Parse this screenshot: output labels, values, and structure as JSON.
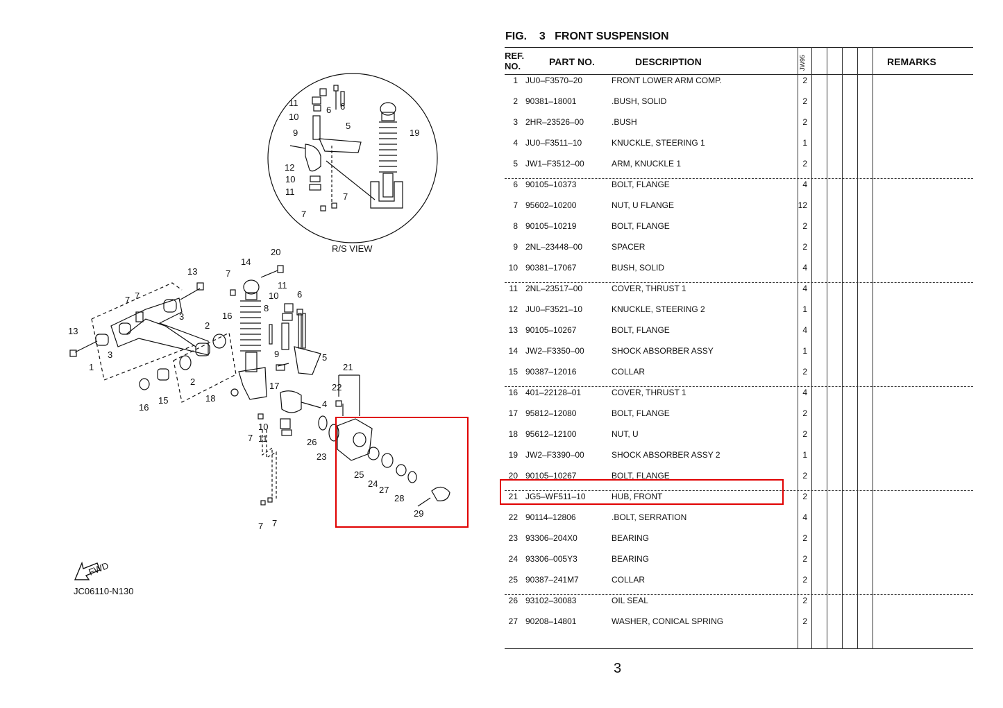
{
  "figure": {
    "label": "FIG.",
    "number": "3",
    "title": "FRONT SUSPENSION"
  },
  "table": {
    "headers": {
      "ref_line1": "REF.",
      "ref_line2": "NO.",
      "part_no": "PART NO.",
      "description": "DESCRIPTION",
      "model_code": "JW95",
      "remarks": "REMARKS"
    },
    "rows": [
      {
        "ref": "1",
        "part": "JU0–F3570–20",
        "desc": "FRONT LOWER ARM COMP.",
        "qty": "2"
      },
      {
        "ref": "2",
        "part": "90381–18001",
        "desc": ".BUSH, SOLID",
        "qty": "2"
      },
      {
        "ref": "3",
        "part": "2HR–23526–00",
        "desc": ".BUSH",
        "qty": "2"
      },
      {
        "ref": "4",
        "part": "JU0–F3511–10",
        "desc": "KNUCKLE, STEERING 1",
        "qty": "1"
      },
      {
        "ref": "5",
        "part": "JW1–F3512–00",
        "desc": "ARM, KNUCKLE 1",
        "qty": "2"
      },
      {
        "ref": "6",
        "part": "90105–10373",
        "desc": "BOLT, FLANGE",
        "qty": "4"
      },
      {
        "ref": "7",
        "part": "95602–10200",
        "desc": "NUT, U FLANGE",
        "qty": "12"
      },
      {
        "ref": "8",
        "part": "90105–10219",
        "desc": "BOLT, FLANGE",
        "qty": "2"
      },
      {
        "ref": "9",
        "part": "2NL–23448–00",
        "desc": "SPACER",
        "qty": "2"
      },
      {
        "ref": "10",
        "part": "90381–17067",
        "desc": "BUSH, SOLID",
        "qty": "4"
      },
      {
        "ref": "11",
        "part": "2NL–23517–00",
        "desc": "COVER, THRUST 1",
        "qty": "4"
      },
      {
        "ref": "12",
        "part": "JU0–F3521–10",
        "desc": "KNUCKLE, STEERING 2",
        "qty": "1"
      },
      {
        "ref": "13",
        "part": "90105–10267",
        "desc": "BOLT, FLANGE",
        "qty": "4"
      },
      {
        "ref": "14",
        "part": "JW2–F3350–00",
        "desc": "SHOCK ABSORBER ASSY",
        "qty": "1"
      },
      {
        "ref": "15",
        "part": "90387–12016",
        "desc": "COLLAR",
        "qty": "2"
      },
      {
        "ref": "16",
        "part": "401–22128–01",
        "desc": "COVER, THRUST 1",
        "qty": "4"
      },
      {
        "ref": "17",
        "part": "95812–12080",
        "desc": "BOLT, FLANGE",
        "qty": "2"
      },
      {
        "ref": "18",
        "part": "95612–12100",
        "desc": "NUT, U",
        "qty": "2"
      },
      {
        "ref": "19",
        "part": "JW2–F3390–00",
        "desc": "SHOCK ABSORBER ASSY 2",
        "qty": "1"
      },
      {
        "ref": "20",
        "part": "90105–10267",
        "desc": "BOLT, FLANGE",
        "qty": "2"
      },
      {
        "ref": "21",
        "part": "JG5–WF511–10",
        "desc": "HUB, FRONT",
        "qty": "2"
      },
      {
        "ref": "22",
        "part": "90114–12806",
        "desc": ".BOLT, SERRATION",
        "qty": "4"
      },
      {
        "ref": "23",
        "part": "93306–204X0",
        "desc": "BEARING",
        "qty": "2"
      },
      {
        "ref": "24",
        "part": "93306–005Y3",
        "desc": "BEARING",
        "qty": "2"
      },
      {
        "ref": "25",
        "part": "90387–241M7",
        "desc": "COLLAR",
        "qty": "2"
      },
      {
        "ref": "26",
        "part": "93102–30083",
        "desc": "OIL SEAL",
        "qty": "2"
      },
      {
        "ref": "27",
        "part": "90208–14801",
        "desc": "WASHER, CONICAL SPRING",
        "qty": "2"
      }
    ]
  },
  "diagram": {
    "inset_caption": "R/S VIEW",
    "drawing_code": "JC06110-N130",
    "fwd_label": "FWD",
    "callouts": {
      "inset": [
        "11",
        "10",
        "9",
        "12",
        "10",
        "11",
        "7",
        "7",
        "6",
        "6",
        "5",
        "19"
      ],
      "main": [
        "20",
        "14",
        "13",
        "7",
        "13",
        "7",
        "7",
        "3",
        "2",
        "1",
        "3",
        "16",
        "2",
        "11",
        "10",
        "8",
        "9",
        "6",
        "5",
        "16",
        "15",
        "18",
        "17",
        "4",
        "7",
        "10",
        "11",
        "26",
        "23",
        "21",
        "22",
        "25",
        "24",
        "27",
        "28",
        "29",
        "7",
        "7"
      ]
    }
  },
  "page_number": "3",
  "highlight_color": "#e00000"
}
